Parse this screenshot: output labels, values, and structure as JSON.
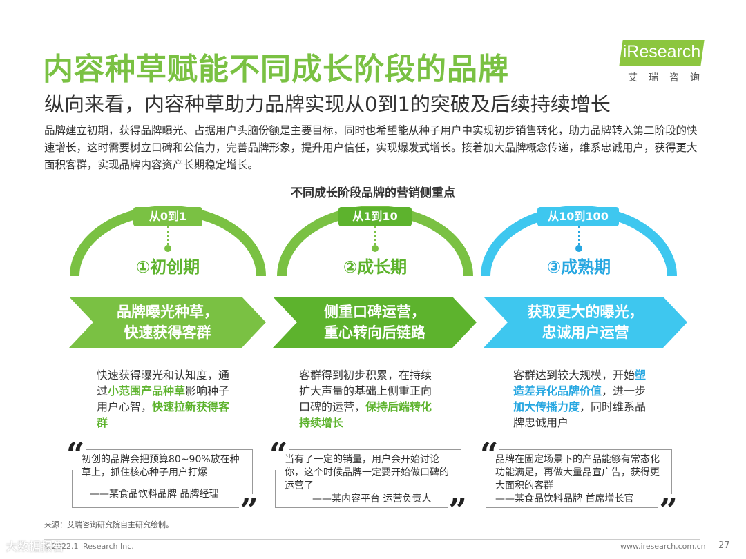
{
  "header": {
    "title": "内容种草赋能不同成长阶段的品牌",
    "subtitle": "纵向来看，内容种草助力品牌实现从0到1的突破及后续持续增长",
    "intro": "品牌建立初期，获得品牌曝光、占据用户头脑份额是主要目标，同时也希望能从种子用户中实现初步销售转化，助力品牌转入第二阶段的快速增长，这时需要树立口碑和公信力，完善品牌形象，提升用户信任，实现爆发式增长。接着加大品牌概念传递，维系忠诚用户，获得更大面积客群，实现品牌内容资产长期稳定增长。"
  },
  "logo": {
    "text": "iResearch",
    "cn": "艾瑞咨询"
  },
  "section_title": "不同成长阶段品牌的营销侧重点",
  "stages": [
    {
      "tag": "从0到1",
      "name": "①初创期",
      "chevron": [
        "品牌曝光种草，",
        "快速获得客群"
      ],
      "desc": [
        {
          "t": "快速获得曝光和认知度，通过"
        },
        {
          "t": "小范围产品种草",
          "h": true
        },
        {
          "t": "影响种子用户心智，"
        },
        {
          "t": "快速拉新获得客群",
          "h": true
        }
      ],
      "quote": "初创的品牌会把预算80~90%放在种草上，抓住核心种子用户打爆",
      "quote_src": "——某食品饮料品牌 品牌经理"
    },
    {
      "tag": "从1到10",
      "name": "②成长期",
      "chevron": [
        "侧重口碑运营，",
        "重心转向后链路"
      ],
      "desc": [
        {
          "t": "客群得到初步积累，在持续扩大声量的基础上侧重正向口碑的运营，"
        },
        {
          "t": "保持后端转化持续增长",
          "h": true
        }
      ],
      "quote": "当有了一定的销量，用户会开始讨论你，这个时候品牌一定要开始做口碑的运营了",
      "quote_src": "——某内容平台 运营负责人"
    },
    {
      "tag": "从10到100",
      "name": "③成熟期",
      "chevron": [
        "获取更大的曝光，",
        "忠诚用户运营"
      ],
      "desc": [
        {
          "t": "客群达到较大规模，开始"
        },
        {
          "t": "塑造差异化品牌价值",
          "h": true
        },
        {
          "t": "，进一步"
        },
        {
          "t": "加大传播力度",
          "h": true
        },
        {
          "t": "，同时维系品牌忠诚用户"
        }
      ],
      "quote": "品牌在固定场景下的产品能够有常态化功能满足，再做大量品宣广告，获得更大面积的客群",
      "quote_src": "——某食品饮料品牌 首席增长官"
    }
  ],
  "colors": {
    "green": "#7ac143",
    "green_dark": "#5db32d",
    "blue": "#27a7e1",
    "cyan": "#3ec7ef"
  },
  "footer": {
    "source": "来源：艾瑞咨询研究院自主研究绘制。",
    "company": "©2022.1 iResearch Inc.",
    "url": "www.iresearch.com.cn",
    "page": "27"
  },
  "watermark": "大数据报告"
}
